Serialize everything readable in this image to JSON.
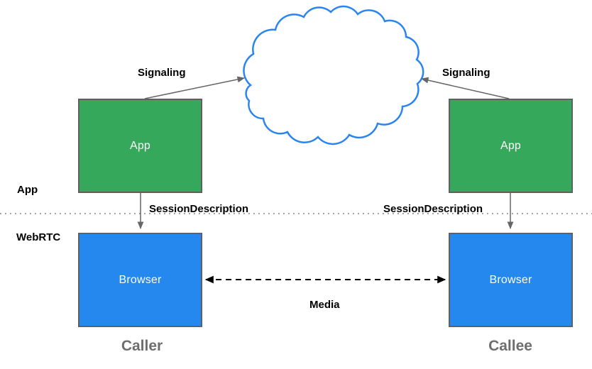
{
  "layers": {
    "app": {
      "label": "App"
    },
    "webrtc": {
      "label": "WebRTC"
    }
  },
  "nodes": {
    "caller_app": {
      "label": "App"
    },
    "callee_app": {
      "label": "App"
    },
    "caller_browser": {
      "label": "Browser"
    },
    "callee_browser": {
      "label": "Browser"
    }
  },
  "edges": {
    "signaling_left": {
      "label": "Signaling"
    },
    "signaling_right": {
      "label": "Signaling"
    },
    "session_description_left": {
      "label": "SessionDescription"
    },
    "session_description_right": {
      "label": "SessionDescription"
    },
    "media": {
      "label": "Media"
    }
  },
  "captions": {
    "caller": {
      "label": "Caller"
    },
    "callee": {
      "label": "Callee"
    }
  },
  "colors": {
    "background": "#ffffff",
    "app_box": "#35a85b",
    "browser_box": "#2488ef",
    "cloud_stroke": "#2a85f0",
    "cloud_fill": "#ffffff",
    "box_border": "#5f6062",
    "box_text": "#ffffff",
    "connector": "#666666",
    "media_arrow": "#000000",
    "divider": "#8c8c8c",
    "label_text": "#000000",
    "caption_text": "#6e6e6e"
  }
}
